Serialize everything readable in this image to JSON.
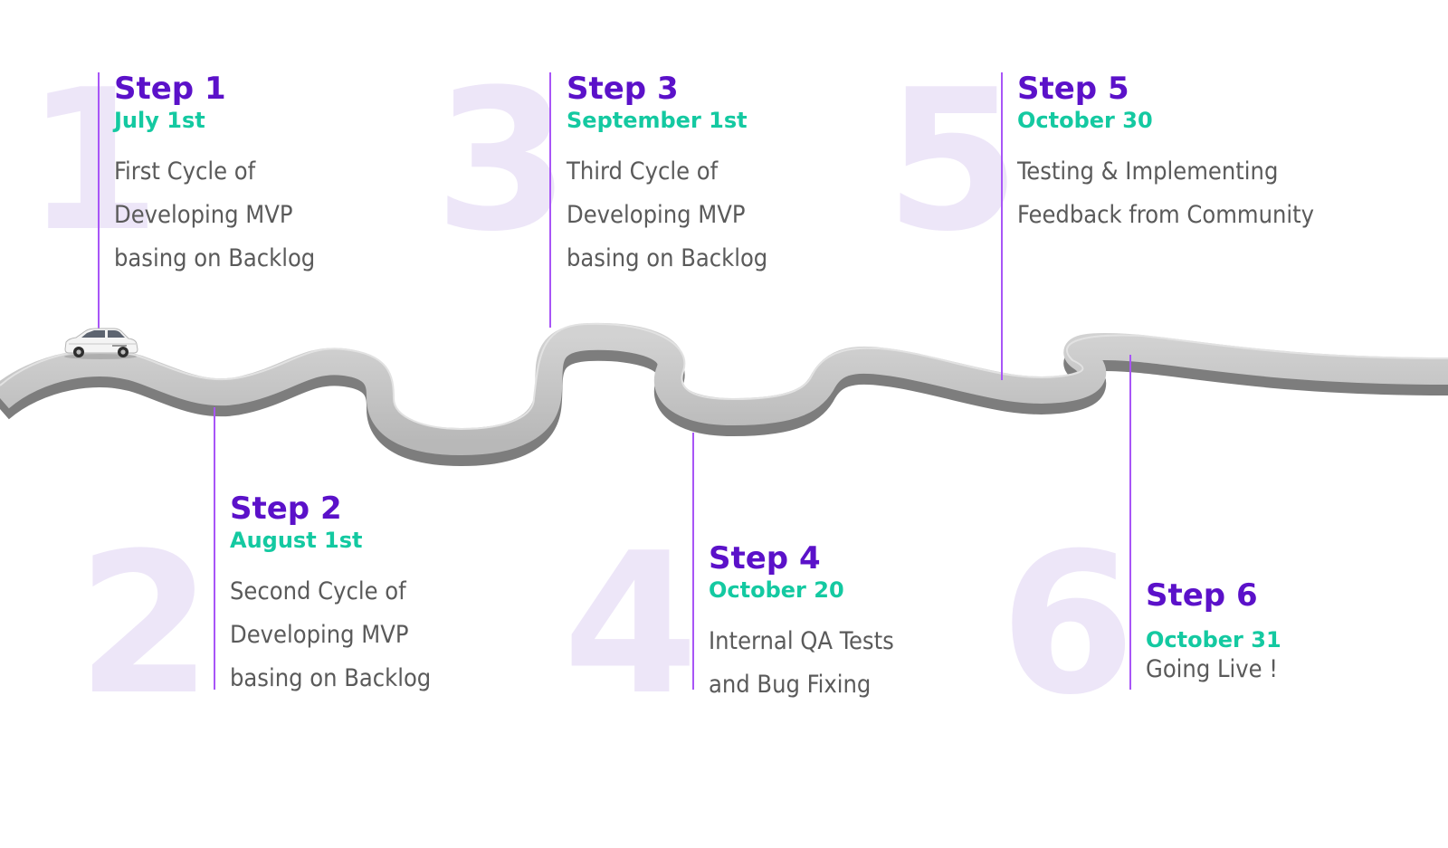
{
  "steps": [
    {
      "number": "1",
      "title": "Step 1",
      "date": "July 1st",
      "desc": [
        "First Cycle of",
        "Developing MVP",
        "basing on Backlog"
      ]
    },
    {
      "number": "2",
      "title": "Step 2",
      "date": "August 1st",
      "desc": [
        "Second Cycle of",
        "Developing MVP",
        "basing on Backlog"
      ]
    },
    {
      "number": "3",
      "title": "Step 3",
      "date": "September 1st",
      "desc": [
        "Third Cycle of",
        "Developing MVP",
        "basing on Backlog"
      ]
    },
    {
      "number": "4",
      "title": "Step 4",
      "date": "October 20",
      "desc": [
        "Internal QA Tests",
        "and Bug Fixing"
      ]
    },
    {
      "number": "5",
      "title": "Step 5",
      "date": "October 30",
      "desc": [
        "Testing & Implementing",
        "Feedback from Community"
      ]
    },
    {
      "number": "6",
      "title": "Step 6",
      "date": "October 31",
      "desc": [
        "Going Live !"
      ]
    }
  ],
  "colors": {
    "title": "#5b11c9",
    "date": "#14c9a1",
    "text": "#5a5a5a",
    "numeral": "#ede6f8",
    "connector": "#a855f7",
    "road_top": "#c4c4c4",
    "road_side": "#8a8a8a"
  },
  "icons": {
    "vehicle": "car-icon"
  }
}
